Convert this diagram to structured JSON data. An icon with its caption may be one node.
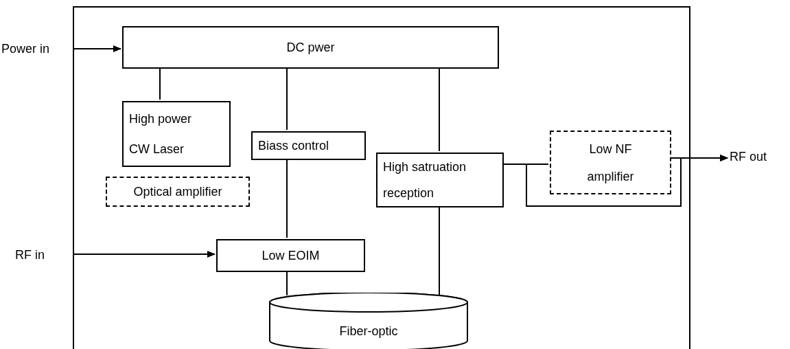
{
  "diagram": {
    "nodes": [
      {
        "text": [],
        "shape": "box"
      },
      {
        "text": [
          "DC pwer"
        ],
        "in": 0
      },
      {
        "text": [
          "High power CW Laser"
        ],
        "in": 0
      },
      {
        "text": [
          "Optical amplifier"
        ],
        "in": 0
      },
      {
        "text": [
          "Biass control"
        ],
        "in": 0
      },
      {
        "text": [
          "High satruation reception"
        ],
        "in": 0
      },
      {
        "text": [
          "Low NF amplifier"
        ],
        "in": 0
      },
      {
        "text": [
          "Low EOIM"
        ],
        "in": 0
      },
      {
        "text": [
          "Fiber-optic"
        ],
        "in": 0
      },
      {
        "text": [
          "Power in"
        ]
      },
      {
        "text": [
          "RF in"
        ]
      },
      {
        "text": [
          "RF out"
        ]
      }
    ],
    "edges": [
      {
        "from": 9,
        "to": 1,
        "arrow": "to"
      },
      {
        "from": 1,
        "to": 2,
        "arrow": "none"
      },
      {
        "from": 1,
        "to": 4,
        "arrow": "none"
      },
      {
        "from": 1,
        "to": 5,
        "arrow": "none"
      },
      {
        "from": 4,
        "to": 7,
        "arrow": "none"
      },
      {
        "from": 10,
        "to": 7,
        "arrow": "to"
      },
      {
        "from": 7,
        "to": 8,
        "arrow": "none"
      },
      {
        "from": 5,
        "to": 8,
        "arrow": "none"
      },
      {
        "from": 5,
        "to": 6,
        "arrow": "none"
      },
      {
        "from": 6,
        "to": 11,
        "arrow": "to"
      },
      {
        "from": 5,
        "to": 11,
        "arrow": "to"
      }
    ]
  }
}
